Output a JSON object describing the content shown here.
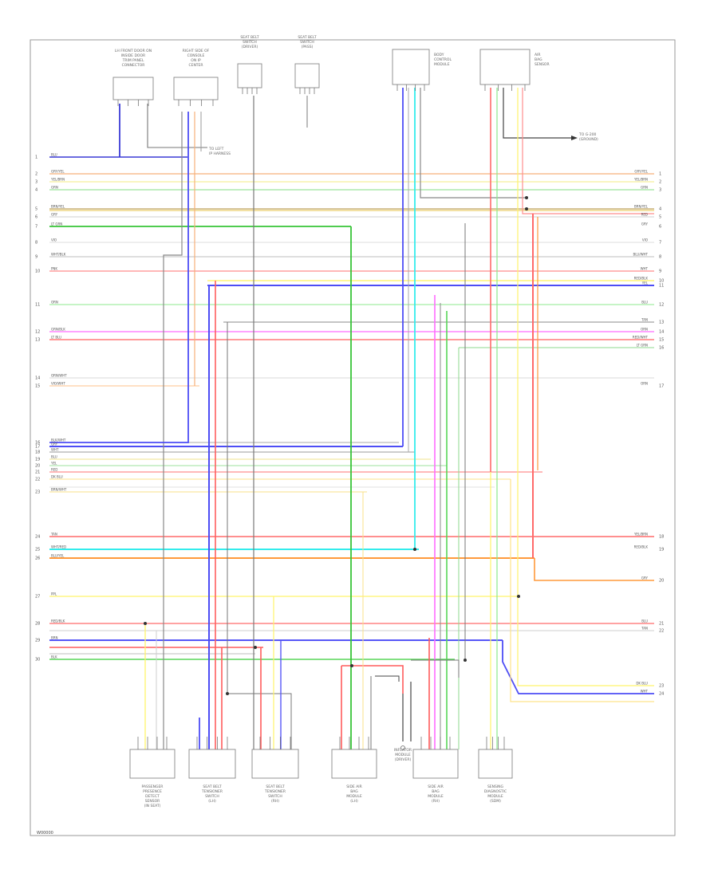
{
  "diagram": {
    "code": "W00000",
    "top_components": [
      {
        "label": "LH FRONT DOOR ON\nINSIDE DOOR\nTRIM PANEL\nCONNECTOR",
        "key": "lh-door"
      },
      {
        "label": "RIGHT SIDE OF\nCONSOLE\nON IP\nCENTER",
        "key": "console"
      },
      {
        "label": "SEAT BELT\nSWITCH\n(DRIVER)",
        "key": "seat-belt-drv"
      },
      {
        "label": "SEAT BELT\nSWITCH\n(PASS)",
        "key": "seat-belt-pass"
      },
      {
        "label": "BODY\nCONTROL\nMODULE",
        "key": "bcm"
      },
      {
        "label": "AIR\nBAG\nSENSOR",
        "key": "airbag-sensor"
      }
    ],
    "side_note": "TO LEFT\nIP HARNESS",
    "ground_label": "TO G-200\n(GROUND)",
    "bottom_components": [
      {
        "label": "PASSENGER\nPRESENCE\nDETECT\nSENSOR\n(IN SEAT)"
      },
      {
        "label": "SEAT BELT\nTENSIONER\nSWITCH\n(LH)"
      },
      {
        "label": "SEAT BELT\nTENSIONER\nSWITCH\n(RH)"
      },
      {
        "label": "SIDE AIR\nBAG\nMODULE\n(LH)"
      },
      {
        "label": "INFLATOR\nMODULE\n(DRIVER)"
      },
      {
        "label": "SIDE AIR\nBAG\nMODULE\n(RH)"
      },
      {
        "label": "SENSING\nDIAGNOSTIC\nMODULE\n(SDM)"
      }
    ],
    "left_wire_labels": [
      "BLU",
      "GRY/YEL",
      "YEL/BRN",
      "GRN",
      "BRN/YEL",
      "GRY",
      "LT GRN",
      "VIO",
      "WHT/BLK",
      "PNK",
      "ORN",
      "GRN/BLK",
      "LT BLU",
      "ORN/WHT",
      "VIO/WHT",
      "BLK/WHT",
      "GRY",
      "WHT",
      "BLU",
      "YEL",
      "RED",
      "DK BLU",
      "BRN/WHT",
      "TAN",
      "WHT/RED",
      "BLU/YEL",
      "PPL",
      "RED/BLK",
      "BRN",
      "BLK"
    ],
    "right_wire_labels": [
      "GRY/YEL",
      "YEL/BRN",
      "GRN",
      "BRN/YEL",
      "RED",
      "GRY",
      "VIO",
      "BLU/WHT",
      "WHT",
      "RED/BLK",
      "YEL",
      "BLU",
      "TAN",
      "ORN",
      "RED/WHT",
      "LT GRN",
      "ORN",
      "YEL/BRN",
      "RED/BLK",
      "GRY",
      "BLU",
      "TAN",
      "DK BLU",
      "WHT"
    ]
  }
}
